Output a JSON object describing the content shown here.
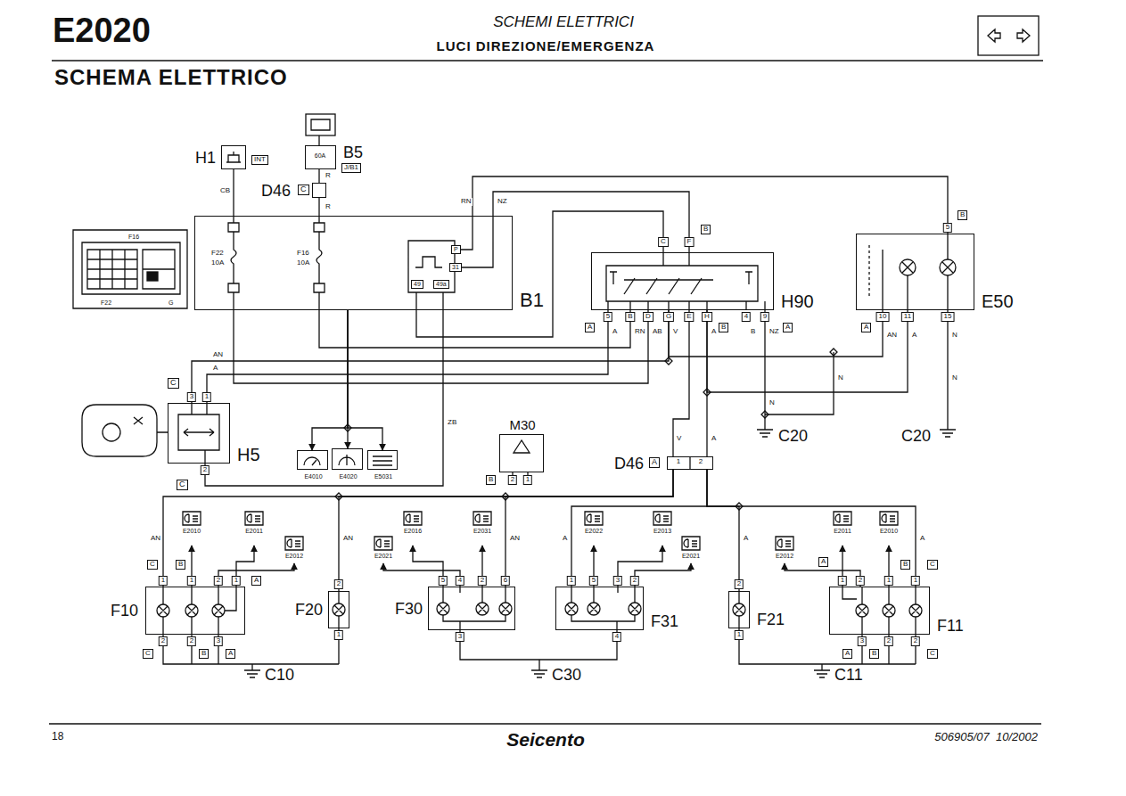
{
  "diagram": {
    "title": "SCHEMA ELETTRICO",
    "nodes": [
      {
        "text": [
          "B1"
        ]
      },
      {
        "text": [
          "B5"
        ]
      },
      {
        "text": [
          "H1"
        ]
      },
      {
        "text": [
          "H90"
        ]
      },
      {
        "text": [
          "E50"
        ]
      },
      {
        "text": [
          "H5"
        ]
      },
      {
        "text": [
          "E4010"
        ]
      },
      {
        "text": [
          "E4020"
        ]
      },
      {
        "text": [
          "E5031"
        ]
      },
      {
        "text": [
          "M30"
        ]
      },
      {
        "text": [
          "F10"
        ]
      },
      {
        "text": [
          "F20"
        ]
      },
      {
        "text": [
          "F30"
        ]
      },
      {
        "text": [
          "F31"
        ]
      },
      {
        "text": [
          "F21"
        ]
      },
      {
        "text": [
          "F11"
        ]
      },
      {
        "text": [
          "D46"
        ]
      },
      {
        "text": [
          "D46"
        ]
      }
    ],
    "edges": [
      {
        "from": 2,
        "to": 0,
        "arrow": "none",
        "label": "CB"
      },
      {
        "from": 1,
        "to": 16,
        "arrow": "none",
        "label": "R"
      },
      {
        "from": 16,
        "to": 0,
        "arrow": "none",
        "label": "R"
      },
      {
        "from": 0,
        "to": 4,
        "arrow": "none",
        "label": "RN"
      },
      {
        "from": 0,
        "to": 3,
        "arrow": "none",
        "label": "NZ"
      },
      {
        "from": 0,
        "to": 3,
        "arrow": "none",
        "label": "AB"
      },
      {
        "from": 0,
        "to": 3,
        "arrow": "none",
        "label": "RN"
      },
      {
        "from": 3,
        "to": 5,
        "arrow": "none",
        "label": "AN"
      },
      {
        "from": 3,
        "to": 5,
        "arrow": "none",
        "label": "A"
      },
      {
        "from": 3,
        "to": 17,
        "arrow": "none",
        "label": "V"
      },
      {
        "from": 3,
        "to": 17,
        "arrow": "none",
        "label": "A"
      },
      {
        "from": 4,
        "to": 3,
        "arrow": "none",
        "label": "AN"
      },
      {
        "from": 4,
        "to": 3,
        "arrow": "none",
        "label": "A"
      },
      {
        "from": 5,
        "to": 0,
        "arrow": "none",
        "label": "ZB"
      },
      {
        "from": 0,
        "to": 6,
        "arrow": "to"
      },
      {
        "from": 0,
        "to": 7,
        "arrow": "to"
      },
      {
        "from": 0,
        "to": 8,
        "arrow": "to"
      },
      {
        "from": 17,
        "to": 10,
        "arrow": "none",
        "label": "AN"
      },
      {
        "from": 17,
        "to": 11,
        "arrow": "none",
        "label": "AN"
      },
      {
        "from": 17,
        "to": 12,
        "arrow": "none",
        "label": "AN"
      },
      {
        "from": 17,
        "to": 13,
        "arrow": "none",
        "label": "A"
      },
      {
        "from": 17,
        "to": 14,
        "arrow": "none",
        "label": "A"
      },
      {
        "from": 17,
        "to": 15,
        "arrow": "none",
        "label": "A"
      }
    ],
    "labels": [
      "E2020",
      "SCHEMI ELETTRICI",
      "LUCI DIREZIONE/EMERGENZA",
      "18",
      "Seicento",
      "506905/07  10/2002",
      "INT",
      "J/B1",
      "60A",
      "C",
      "F16",
      "F22",
      "G",
      "F22",
      "10A",
      "F16",
      "10A",
      "P",
      "31",
      "49",
      "49a",
      "C",
      "F",
      "B",
      "5",
      "B",
      "D",
      "G",
      "E",
      "H",
      "4",
      "9",
      "A",
      "B",
      "A",
      "A",
      "V",
      "A",
      "B",
      "NZ",
      "5",
      "B",
      "10",
      "11",
      "15",
      "A",
      "N",
      "N",
      "N",
      "N",
      "C20",
      "C20",
      "C",
      "3",
      "1",
      "2",
      "C",
      "B",
      "2",
      "1",
      "A",
      "1",
      "2",
      "E2010",
      "E2011",
      "E2012",
      "C",
      "B",
      "A",
      "1",
      "1",
      "2",
      "1",
      "2",
      "2",
      "3",
      "C",
      "B",
      "A",
      "C10",
      "2",
      "1",
      "E2016",
      "E2031",
      "E2021",
      "5",
      "4",
      "2",
      "6",
      "3",
      "C30",
      "E2022",
      "E2013",
      "E2021",
      "1",
      "5",
      "3",
      "2",
      "4",
      "2",
      "1",
      "E2011",
      "E2010",
      "E2012",
      "A",
      "B",
      "C",
      "1",
      "2",
      "1",
      "1",
      "3",
      "2",
      "2",
      "A",
      "B",
      "C",
      "C11"
    ]
  }
}
